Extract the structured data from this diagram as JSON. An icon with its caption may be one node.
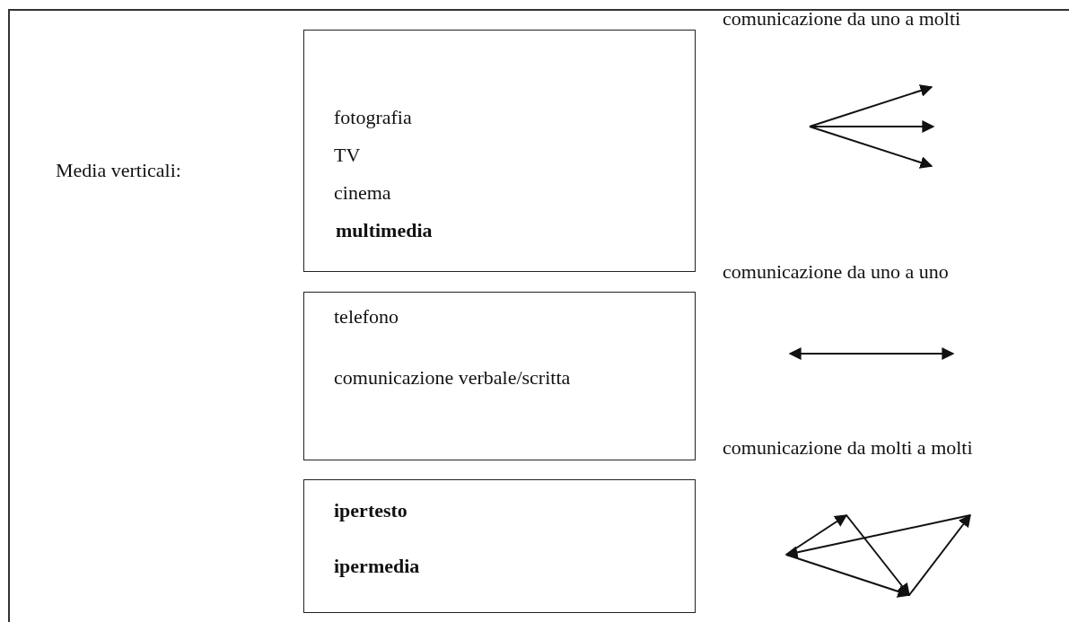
{
  "diagram": {
    "nodes": [
      {
        "text": [
          "fotografia",
          "TV",
          "cinema",
          "multimedia"
        ]
      },
      {
        "text": [
          "telefono",
          "comunicazione verbale/scritta"
        ]
      },
      {
        "text": [
          "ipertesto",
          "ipermedia"
        ]
      }
    ],
    "labels": [
      "comunicazione da uno a molti",
      "Media verticali:",
      "comunicazione da uno a uno",
      "comunicazione da molti a molti"
    ]
  }
}
